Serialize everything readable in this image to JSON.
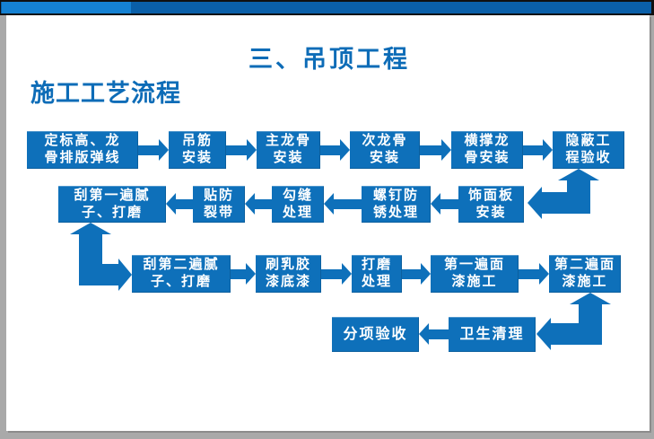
{
  "window": {
    "topbar_color": "#0A5FA8",
    "topbar_accent_color": "#1581D2",
    "page_background_color": "#A9A9A9"
  },
  "slide": {
    "title": "三、吊顶工程",
    "subtitle": "施工工艺流程",
    "heading_color": "#0D6CB7",
    "background_color": "#FFFFFF"
  },
  "flowchart": {
    "shape_color": "#0E70BA",
    "text_color": "#FFFFFF",
    "row1": [
      "定标高、龙\n骨排版弹线",
      "吊筋\n安装",
      "主龙骨\n安装",
      "次龙骨\n安装",
      "横撑龙\n骨安装",
      "隐蔽工\n程验收"
    ],
    "row2": [
      "刮第一遍腻\n子、打磨",
      "贴防\n裂带",
      "勾缝\n处理",
      "螺钉防\n锈处理",
      "饰面板\n安装"
    ],
    "row3": [
      "刮第二遍腻\n子、打磨",
      "刷乳胶\n漆底漆",
      "打磨\n处理",
      "第一遍面\n漆施工",
      "第二遍面\n漆施工"
    ],
    "row4": [
      "分项验收",
      "卫生清理"
    ]
  }
}
